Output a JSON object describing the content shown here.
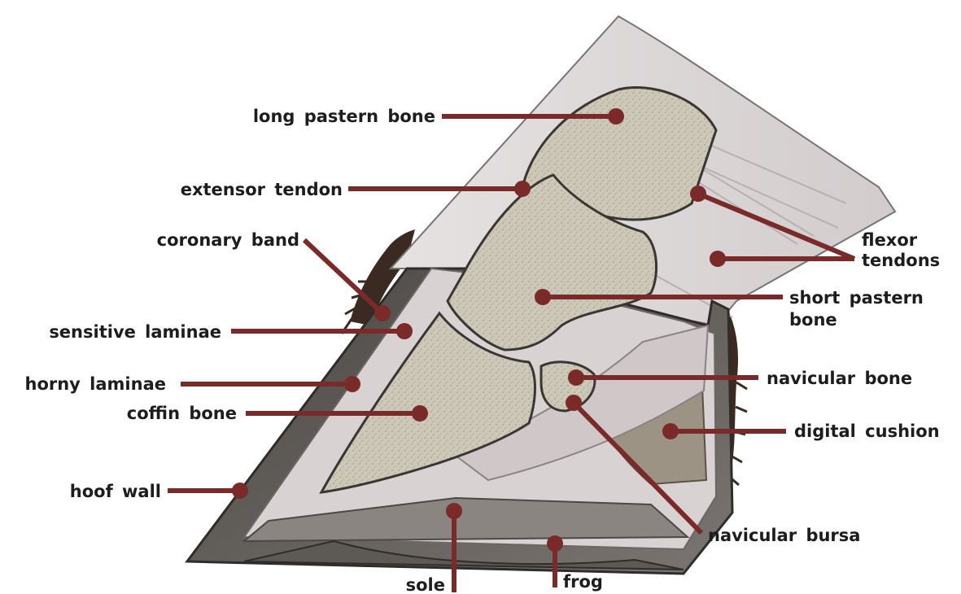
{
  "diagram": {
    "labels": {
      "long_pastern_bone": "long pastern bone",
      "extensor_tendon": "extensor tendon",
      "coronary_band": "coronary band",
      "sensitive_laminae": "sensitive laminae",
      "horny_laminae": "horny laminae",
      "coffin_bone": "coffin bone",
      "hoof_wall": "hoof wall",
      "sole": "sole",
      "frog": "frog",
      "navicular_bursa": "navicular bursa",
      "digital_cushion": "digital cushion",
      "navicular_bone": "navicular bone",
      "short_pastern_bone_line1": "short pastern",
      "short_pastern_bone_line2": "bone",
      "flexor_tendons_line1": "flexor",
      "flexor_tendons_line2": "tendons"
    },
    "colors": {
      "leader": "#7b2a2a",
      "bone": "#c9c4b4",
      "hoof": "#5e5a55",
      "soft_tissue": "#d8d1d2",
      "cushion": "#9c9385",
      "hair": "#3a2a22"
    }
  }
}
